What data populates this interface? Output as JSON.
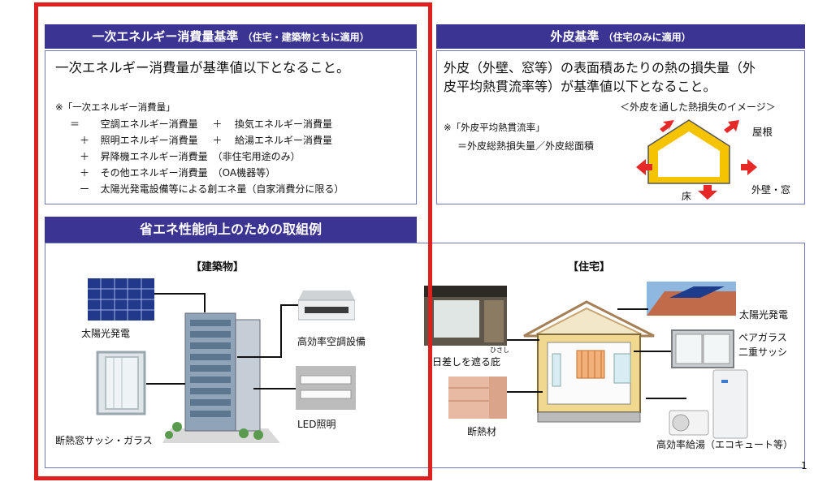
{
  "energy_standard": {
    "title": "一次エネルギー消費量基準",
    "title_note": "（住宅・建築物ともに適用）",
    "statement": "一次エネルギー消費量が基準値以下となること。",
    "note_title": "※「一次エネルギー消費量」",
    "items": [
      {
        "op": "＝",
        "left": "空調エネルギー消費量",
        "op2": "＋",
        "right": "換気エネルギー消費量"
      },
      {
        "op": "＋",
        "left": "照明エネルギー消費量",
        "op2": "＋",
        "right": "給湯エネルギー消費量"
      },
      {
        "op": "＋",
        "left": "昇降機エネルギー消費量　（非住宅用途のみ）"
      },
      {
        "op": "＋",
        "left": "その他エネルギー消費量　（OA機器等）"
      },
      {
        "op": "ー",
        "left": "太陽光発電設備等による創エネ量（自家消費分に限る）"
      }
    ]
  },
  "envelope_standard": {
    "title": "外皮基準",
    "title_note": "（住宅のみに適用）",
    "statement_line1": "外皮（外壁、窓等）の表面積あたりの熱の損失量（外",
    "statement_line2": "皮平均熱貫流率等）が基準値以下となること。",
    "image_caption": "＜外皮を通した熱損失のイメージ＞",
    "note_title": "※「外皮平均熱貫流率」",
    "note_formula": "＝外皮総熱損失量／外皮総面積",
    "labels": {
      "roof": "屋根",
      "floor": "床",
      "wall": "外壁・窓"
    }
  },
  "examples": {
    "title": "省エネ性能向上のための取組例",
    "building": {
      "heading": "【建築物】",
      "solar": "太陽光発電",
      "ac": "高効率空調設備",
      "window": "断熱窓サッシ・ガラス",
      "led": "LED照明"
    },
    "house": {
      "heading": "【住宅】",
      "solar": "太陽光発電",
      "pair_glass": "ペアガラス",
      "double_sash": "二重サッシ",
      "eaves_ruby": "ひさし",
      "eaves": "日差しを遮る庇",
      "insulation": "断熱材",
      "water_heater": "高効率給湯（エコキュート等）"
    }
  },
  "page_number": "1",
  "colors": {
    "band": "#3b3493",
    "frame": "#e0201e",
    "arrow": "#e62828",
    "house": "#f4c400"
  }
}
